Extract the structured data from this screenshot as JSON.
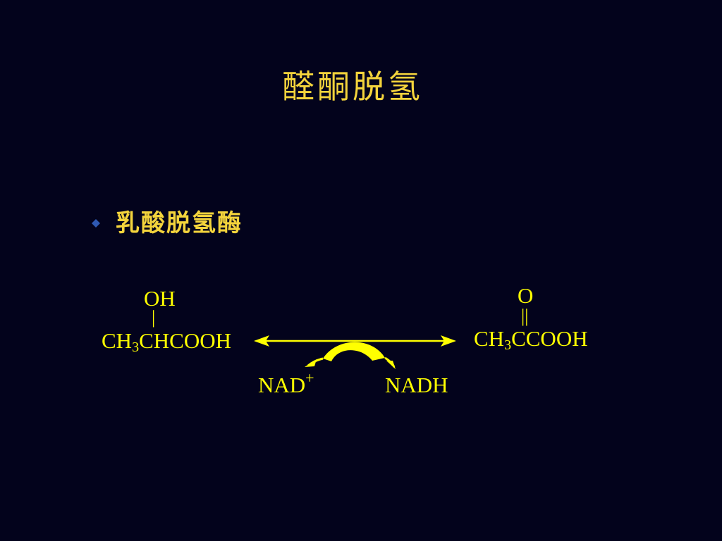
{
  "slide": {
    "title": "醛酮脱氢",
    "bullet": {
      "icon": "diamond-bullet-icon",
      "text": "乳酸脱氢酶"
    }
  },
  "reaction": {
    "left_molecule": {
      "substituent": "OH",
      "bond": "|",
      "formula_prefix": "CH",
      "formula_subscript": "3",
      "formula_suffix": "CHCOOH"
    },
    "right_molecule": {
      "substituent": "O",
      "bond": "||",
      "formula_prefix": "CH",
      "formula_subscript": "3",
      "formula_suffix": "CCOOH"
    },
    "cofactor_left": {
      "base": "NAD",
      "superscript": "+"
    },
    "cofactor_right": "NADH",
    "arrow": "double-headed reversible arrow",
    "cofactor_arrow": "curved yellow arrow"
  },
  "colors": {
    "background": "#03031c",
    "title_text": "#f4d43c",
    "bullet_icon": "#2f59b3",
    "chemistry": "#ffff00"
  }
}
